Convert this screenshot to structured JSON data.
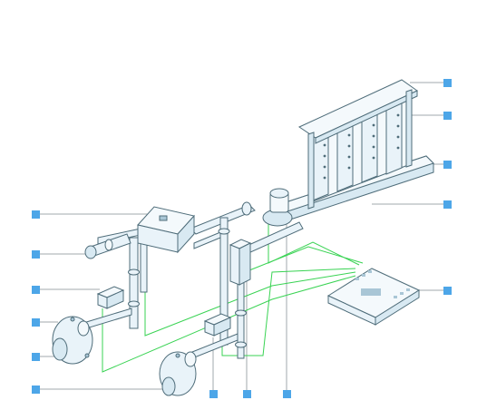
{
  "diagram": {
    "description_text": "",
    "colors": {
      "background": "#ffffff",
      "equipment_outline": "#4f6d7a",
      "equipment_fill": "#f4f9fc",
      "equipment_shade": "#d8e9f2",
      "equipment_dark": "#a9c6d6",
      "pipe_fill": "#e9f3f9",
      "callout_line": "#a0a8ad",
      "callout_marker": "#4da6e8",
      "signal_wire": "#39d353"
    },
    "components": [
      {
        "id": "damper-header",
        "icon": "damper-frame-icon"
      },
      {
        "id": "damper-blades",
        "icon": "damper-blade-icon"
      },
      {
        "id": "damper-frame-base",
        "icon": "damper-base-icon"
      },
      {
        "id": "damper-connection",
        "icon": "pipe-elbow-icon"
      },
      {
        "id": "mixing-box",
        "icon": "control-box-icon"
      },
      {
        "id": "control-module",
        "icon": "controller-module-icon"
      },
      {
        "id": "flow-sensor",
        "icon": "nozzle-icon"
      },
      {
        "id": "actuator-left",
        "icon": "actuator-icon"
      },
      {
        "id": "pump-left",
        "icon": "pump-icon"
      },
      {
        "id": "pump-bottom",
        "icon": "pump-icon"
      },
      {
        "id": "valve-actuator",
        "icon": "actuator-icon"
      },
      {
        "id": "riser-valve",
        "icon": "valve-icon"
      },
      {
        "id": "three-way-valve",
        "icon": "three-way-valve-icon"
      }
    ],
    "callouts": [
      {
        "side": "right",
        "target": "damper-header"
      },
      {
        "side": "right",
        "target": "damper-blades"
      },
      {
        "side": "right",
        "target": "damper-frame-base"
      },
      {
        "side": "right",
        "target": "damper-connection"
      },
      {
        "side": "right",
        "target": "control-module"
      },
      {
        "side": "left",
        "target": "mixing-box"
      },
      {
        "side": "left",
        "target": "flow-sensor"
      },
      {
        "side": "left",
        "target": "actuator-left"
      },
      {
        "side": "left",
        "target": "pump-left"
      },
      {
        "side": "left",
        "target": "pump-left"
      },
      {
        "side": "left",
        "target": "pump-bottom"
      },
      {
        "side": "bottom",
        "target": "valve-actuator"
      },
      {
        "side": "bottom",
        "target": "riser-valve"
      },
      {
        "side": "bottom",
        "target": "three-way-valve"
      }
    ]
  }
}
